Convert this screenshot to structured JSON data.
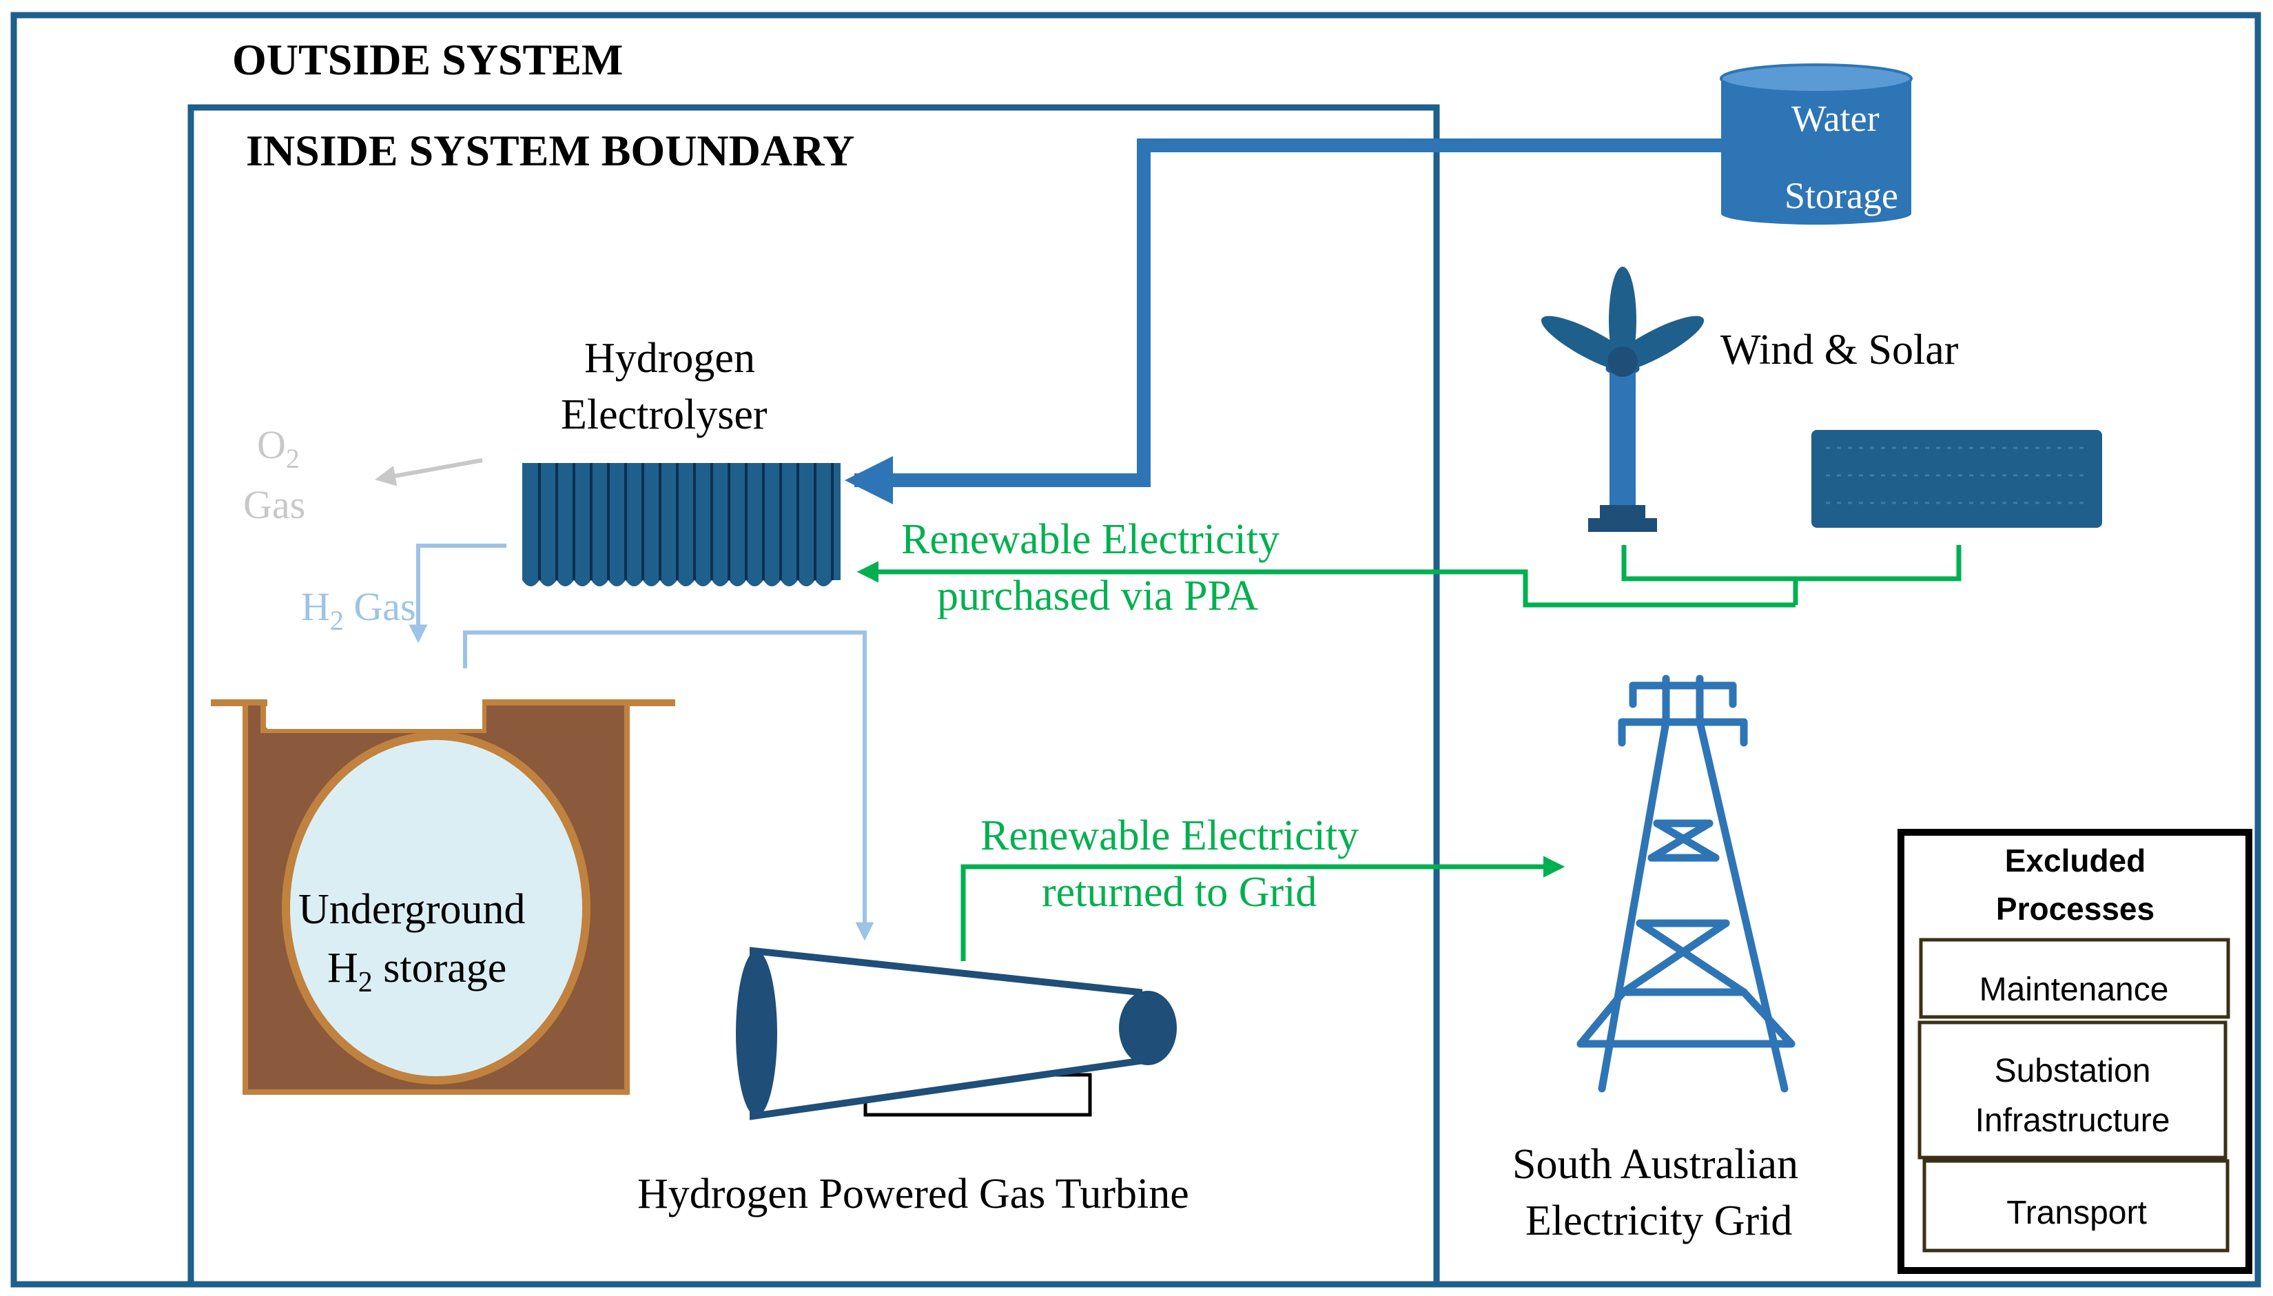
{
  "colors": {
    "frame_blue": "#1f5f8b",
    "pipe_blue": "#2e75b6",
    "dark_blue": "#1f4e79",
    "light_blue": "#9dc3e6",
    "green": "#00b050",
    "earth_brown": "#8b5a3c",
    "earth_border": "#c0823e",
    "storage_fill": "#dbeef4",
    "box_border": "#3b3016",
    "oxygen_gray": "#c8c8c8"
  },
  "outside": {
    "title": "OUTSIDE SYSTEM"
  },
  "inside": {
    "title": "INSIDE SYSTEM BOUNDARY"
  },
  "water_storage": {
    "line1": "Water",
    "line2": "Storage"
  },
  "wind_solar": {
    "label": "Wind & Solar"
  },
  "electrolyser": {
    "line1": "Hydrogen",
    "line2": "Electrolyser"
  },
  "oxygen": {
    "line1": "O",
    "sub": "2",
    "line2": "Gas"
  },
  "hydrogen_gas": {
    "prefix": "H",
    "sub": "2",
    "suffix": " Gas"
  },
  "ppa_flow": {
    "line1": "Renewable Electricity",
    "line2": "purchased via PPA"
  },
  "storage": {
    "line1": "Underground",
    "line2_prefix": "H",
    "line2_sub": "2",
    "line2_suffix": " storage"
  },
  "grid_flow": {
    "line1": "Renewable Electricity",
    "line2": "returned to Grid"
  },
  "turbine": {
    "label": "Hydrogen Powered Gas Turbine"
  },
  "grid": {
    "line1": "South Australian",
    "line2": "Electricity Grid"
  },
  "excluded": {
    "title_line1": "Excluded",
    "title_line2": "Processes",
    "items": [
      {
        "lines": [
          "Maintenance"
        ]
      },
      {
        "lines": [
          "Substation",
          "Infrastructure"
        ]
      },
      {
        "lines": [
          "Transport"
        ]
      }
    ]
  }
}
